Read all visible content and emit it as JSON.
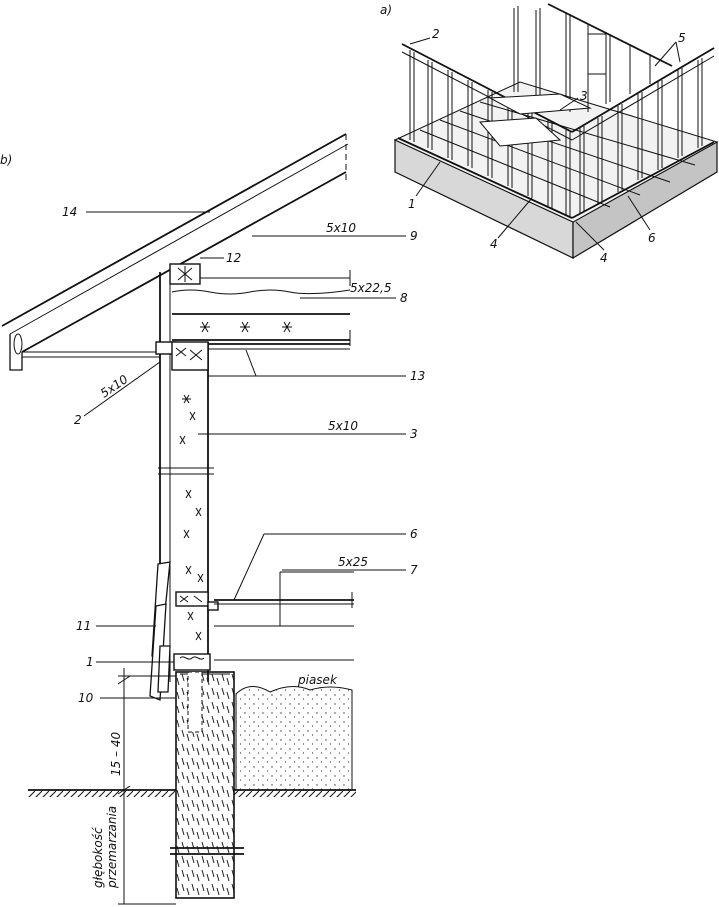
{
  "panel_labels": {
    "a": "a)",
    "b": "b)"
  },
  "callouts_a": [
    "2",
    "5",
    "3",
    "1",
    "4",
    "4",
    "6"
  ],
  "callouts_b": {
    "n14": "14",
    "n9": "9",
    "d9": "5x10",
    "n12": "12",
    "n8": "8",
    "d8": "5x22,5",
    "n2": "2",
    "d2": "5x10",
    "n13": "13",
    "n3": "3",
    "d3": "5x10",
    "n6": "6",
    "n7": "7",
    "d7": "5x25",
    "n11": "11",
    "n1": "1",
    "n10": "10"
  },
  "material": "piasek",
  "dimension": "15 – 40",
  "depth_label": {
    "line1": "głębokość",
    "line2": "przemarzania"
  }
}
